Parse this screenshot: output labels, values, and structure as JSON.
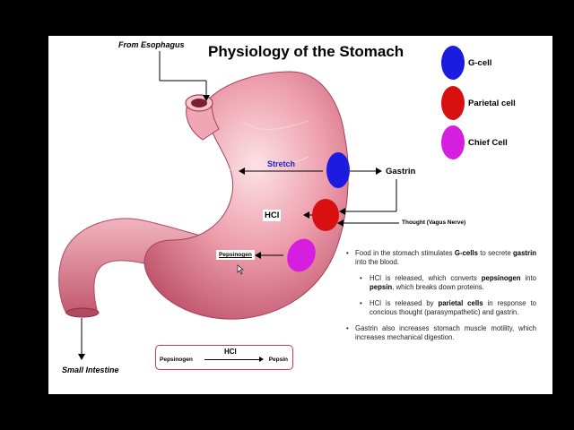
{
  "title": "Physiology of the Stomach",
  "labels": {
    "from_esophagus": "From Esophagus",
    "small_intestine": "Small Intestine",
    "stretch": "Stretch",
    "gastrin": "Gastrin",
    "thought": "Thought (Vagus Nerve)",
    "hcl": "HCl",
    "pepsinogen": "Pepsinogen"
  },
  "legend": [
    {
      "label": "G-cell",
      "color": "#1c1ce0"
    },
    {
      "label": "Parietal cell",
      "color": "#d81010"
    },
    {
      "label": "Chief Cell",
      "color": "#d61ee0"
    }
  ],
  "reaction": {
    "reactant": "Pepsinogen",
    "catalyst": "HCl",
    "product": "Pepsin"
  },
  "bullets": {
    "b1_pre": "Food in the stomach stimulates ",
    "b1_bold1": "G-cells",
    "b1_mid": " to secrete ",
    "b1_bold2": "gastrin",
    "b1_post": " into the blood.",
    "b2_pre": "HCl is released, which converts ",
    "b2_bold1": "pepsinogen",
    "b2_mid": " into ",
    "b2_bold2": "pepsin",
    "b2_post": ", which breaks down proteins.",
    "b3_pre": "HCl is released by ",
    "b3_bold": "parietal cells",
    "b3_post": " in response to concious thought (parasympathetic) and gastrin.",
    "b4": "Gastrin also increases stomach muscle motility, which increases mechanical digestion."
  },
  "colors": {
    "stomach": "#e89aa8",
    "stomach_dark": "#b84a62",
    "reaction_border": "#c63a5a"
  }
}
